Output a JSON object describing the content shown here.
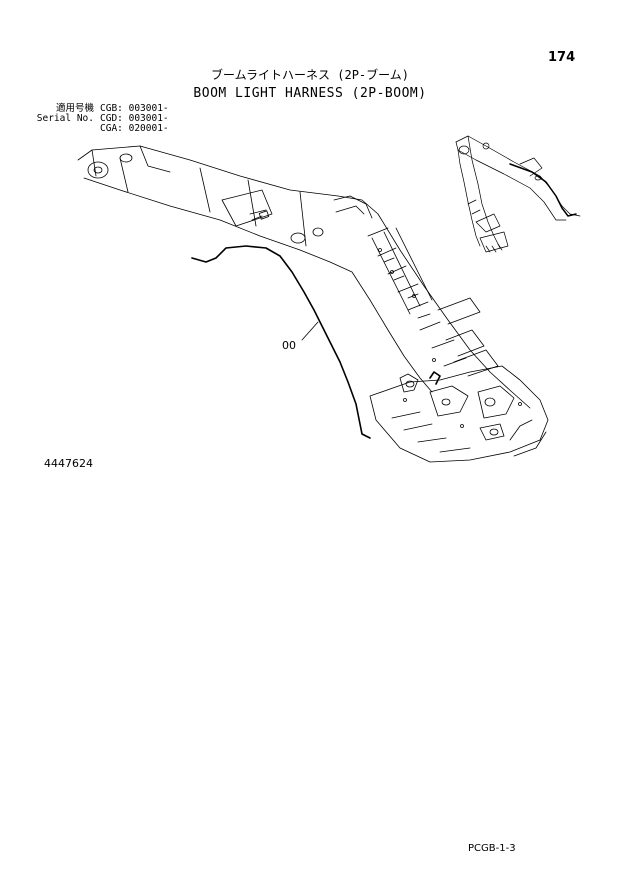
{
  "page_number": "174",
  "title": {
    "japanese": "ブームライトハーネス (2P-ブーム)",
    "english": "BOOM LIGHT HARNESS (2P-BOOM)"
  },
  "serial": {
    "rows": [
      {
        "label": "適用号機",
        "value": "CGB: 003001-"
      },
      {
        "label": "Serial No.",
        "value": "CGD: 003001-"
      },
      {
        "label": "",
        "value": "CGA: 020001-"
      }
    ]
  },
  "drawing": {
    "callout": "00"
  },
  "part_number": "4447624",
  "footer": "PCGB-1-3"
}
